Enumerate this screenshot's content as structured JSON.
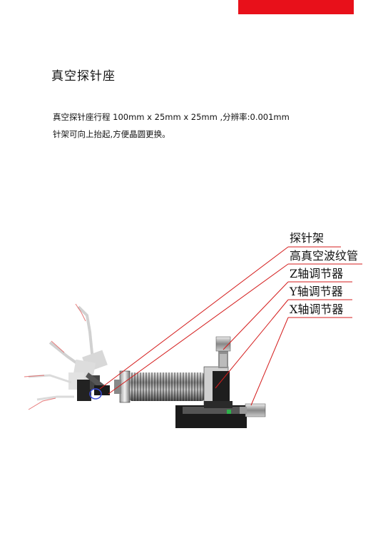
{
  "header": {
    "accent_color": "#e8101a"
  },
  "title": "真空探针座",
  "description": {
    "line1": "真空探针座行程 100mm x 25mm x 25mm ,分辨率:0.001mm",
    "line2": "针架可向上抬起,方便晶圆更换。"
  },
  "diagram": {
    "callouts": [
      "探针架",
      "高真空波纹管",
      "Z轴调节器",
      "Y轴调节器",
      "X轴调节器"
    ],
    "leader_color": "#d41c1c"
  }
}
